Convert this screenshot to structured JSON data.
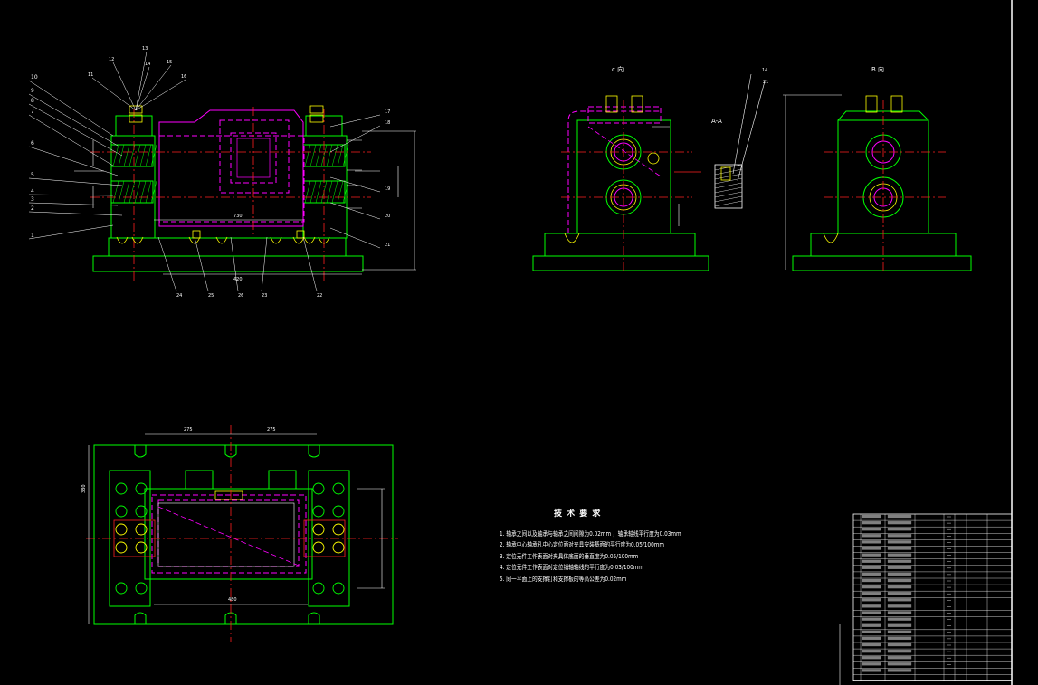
{
  "drawing": {
    "colors": {
      "background": "#000000",
      "outline": "#00ff00",
      "hidden": "#ff00ff",
      "centerline": "#ff2020",
      "dimension": "#ffffff",
      "fastener": "#ffff00"
    },
    "view_labels": {
      "c_view": "c 向",
      "b_view": "B 向",
      "section": "A-A"
    },
    "callouts_left": [
      "10",
      "9",
      "8",
      "7",
      "6",
      "5",
      "4",
      "3",
      "2",
      "1"
    ],
    "callouts_top": [
      "11",
      "12",
      "13",
      "14",
      "15",
      "16"
    ],
    "callouts_right": [
      "17",
      "18",
      "19",
      "20",
      "21"
    ],
    "callouts_bottom": [
      "24",
      "25",
      "26",
      "23",
      "22"
    ],
    "callouts_section": [
      "14",
      "21"
    ],
    "dims": {
      "top_span": "730",
      "bottom_span": "420",
      "plan_left": "275",
      "plan_right": "275",
      "plan_height": "380",
      "plan_bottom": "480"
    }
  },
  "tech_requirements": {
    "title": "技 术 要 求",
    "items": [
      "1. 轴承之间以及轴承与轴承之间间隙为0.02mm ，轴承轴线平行度为0.03mm",
      "2. 轴承中心轴承孔中心定位面对夹具安装基面的平行度为0.05/100mm",
      "3. 定位元件工作表面对夹具体底面的垂直度为0.05/100mm",
      "4. 定位元件工作表面对定位销轴轴线的平行度为0.03/100mm",
      "5. 同一平面上的支撑钉和支撑板的等高公差为0.02mm"
    ]
  }
}
